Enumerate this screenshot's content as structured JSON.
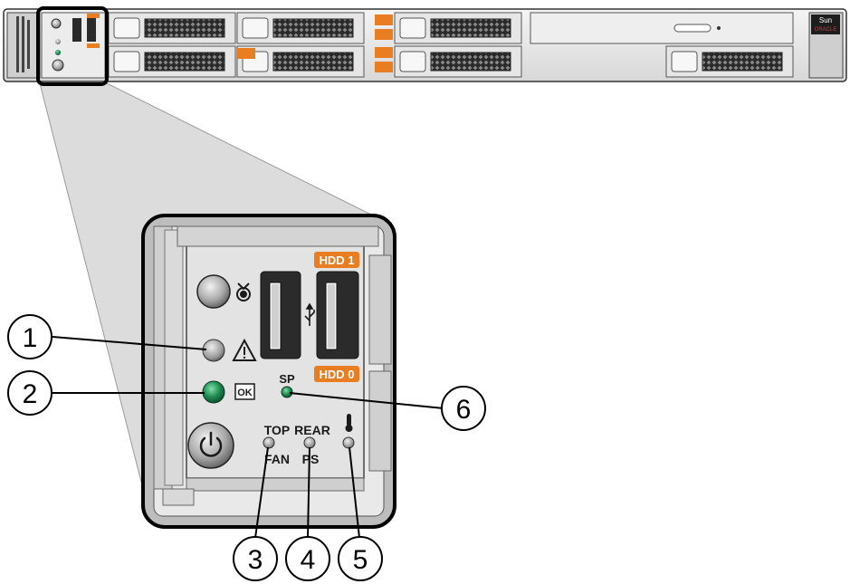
{
  "server": {
    "brand_sun": "Sun",
    "brand_oracle": "ORACLE",
    "drive_labels": [
      "HDD 1",
      "HDD 0"
    ],
    "sp_label": "SP",
    "ok_label": "OK",
    "top_label": "TOP",
    "fan_label": "FAN",
    "rear_label": "REAR",
    "ps_label": "PS"
  },
  "callouts": [
    {
      "number": "1"
    },
    {
      "number": "2"
    },
    {
      "number": "3"
    },
    {
      "number": "4"
    },
    {
      "number": "5"
    },
    {
      "number": "6"
    }
  ],
  "colors": {
    "led_green": "#1f8a50",
    "led_amber": "#e07a1f",
    "label_orange": "#e87d22",
    "chassis": "#e4e4e4",
    "outline": "#111111"
  },
  "icons": [
    "locator-icon",
    "service-action-icon",
    "ok-icon",
    "usb-icon",
    "power-icon",
    "temperature-icon"
  ]
}
